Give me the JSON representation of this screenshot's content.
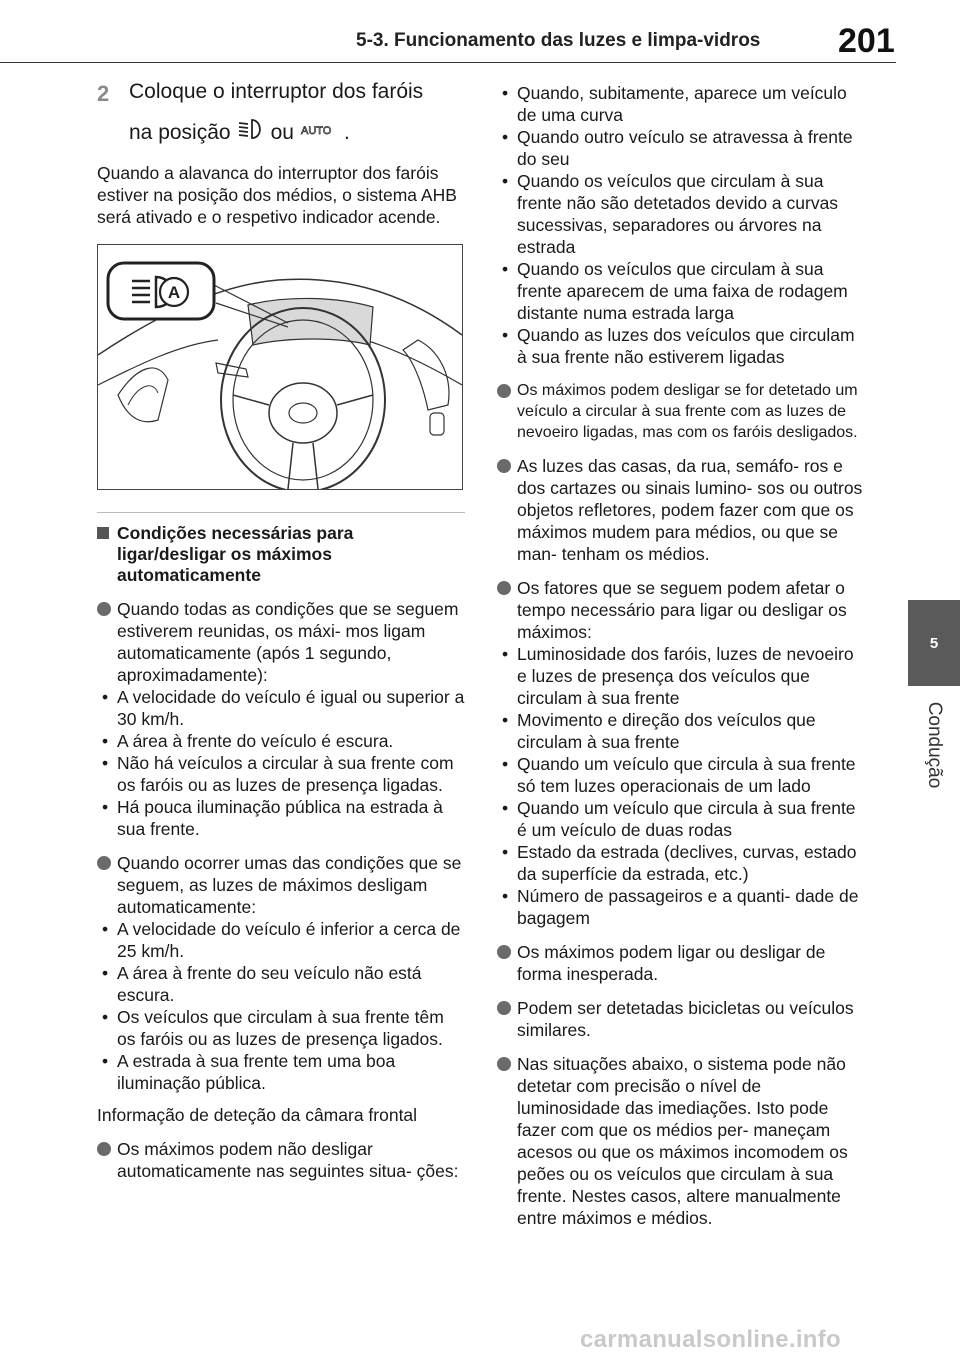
{
  "header": {
    "title": "5-3. Funcionamento das luzes e limpa-vidros",
    "page_number": "201"
  },
  "side_tab": {
    "number": "5",
    "label": "Condução"
  },
  "step": {
    "number": "2",
    "line1": "Coloque o interruptor dos faróis",
    "line2_pre": "na posição",
    "line2_mid": "ou",
    "line2_end": ".",
    "icon_auto_text": "AUTO"
  },
  "intro_paragraph": "Quando a alavanca do interruptor dos faróis estiver na posição dos médios, o sistema AHB será ativado e o respetivo indicador acende.",
  "figure": {
    "callout_label": "A"
  },
  "section": {
    "heading": "Condições necessárias para ligar/desligar os máximos automaticamente",
    "b1_intro": "Quando todas as condições que se seguem estiverem reunidas, os máxi- mos ligam automaticamente (após 1 segundo, aproximadamente):",
    "b1_items": [
      "A velocidade do veículo é igual ou superior a 30 km/h.",
      "A área à frente do veículo é escura.",
      "Não há veículos a circular à sua frente com os faróis ou as luzes de presença ligadas.",
      "Há pouca iluminação pública na estrada à sua frente."
    ],
    "b2_intro": "Quando ocorrer umas das condições que se seguem, as luzes de máximos desligam automaticamente:",
    "b2_items": [
      "A velocidade do veículo é inferior a cerca de 25 km/h.",
      "A área à frente do seu veículo não está escura.",
      "Os veículos que circulam à sua frente têm os faróis ou as luzes de presença ligados.",
      "A estrada à sua frente tem uma boa iluminação pública."
    ],
    "camera_info": "Informação de deteção da câmara frontal",
    "b3_intro": "Os máximos podem não desligar automaticamente nas seguintes situa- ções:"
  },
  "right": {
    "b3_items": [
      "Quando, subitamente, aparece um veículo de uma curva",
      "Quando outro veículo se atravessa à frente do seu",
      "Quando os veículos que circulam à sua frente não são detetados devido a curvas sucessivas, separadores ou árvores na estrada",
      "Quando os veículos que circulam à sua frente aparecem de uma faixa de rodagem distante numa estrada larga"
    ],
    "b3_small_item": "Quando as luzes dos veículos que circulam à sua frente não estiverem ligadas",
    "b4": "Os máximos podem desligar se for detetado um veículo a circular à sua frente com as luzes de nevoeiro ligadas, mas com os faróis desligados.",
    "b5": "As luzes das casas, da rua, semáfo- ros e dos cartazes ou sinais lumino- sos ou outros objetos refletores, podem fazer com que os máximos mudem para médios, ou que se man- tenham os médios.",
    "b6_intro": "Os fatores que se seguem podem afetar o tempo necessário para ligar ou desligar os máximos:",
    "b6_items": [
      "Luminosidade dos faróis, luzes de nevoeiro e luzes de presença dos veículos que circulam à sua frente",
      "Movimento e direção dos veículos que circulam à sua frente",
      "Quando um veículo que circula à sua frente só tem luzes operacionais de um lado",
      "Quando um veículo que circula à sua frente é um veículo de duas rodas",
      "Estado da estrada (declives, curvas, estado da superfície da estrada, etc.)",
      "Número de passageiros e a quanti- dade de bagagem"
    ],
    "b7": "Os máximos podem ligar ou desligar de forma inesperada.",
    "b8": "Podem ser detetadas bicicletas ou veículos similares.",
    "b9": "Nas situações abaixo, o sistema pode não detetar com precisão o nível de luminosidade das imediações. Isto pode fazer com que os médios per- maneçam acesos ou que os máximos incomodem os peões ou os veículos que circulam à sua frente. Nestes casos, altere manualmente entre máximos e médios."
  },
  "watermark": "carmanualsonline.info"
}
